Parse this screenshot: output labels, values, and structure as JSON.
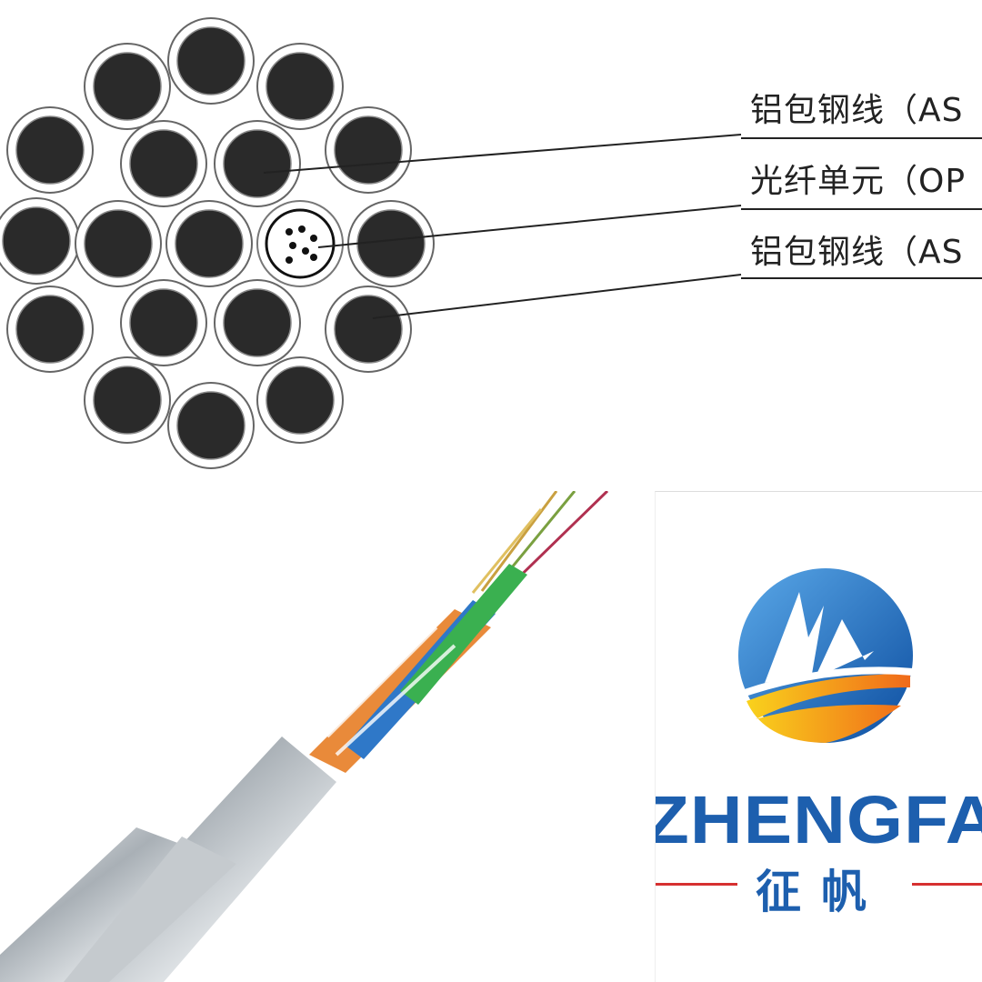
{
  "diagram": {
    "labels": [
      "铝包钢线（AS",
      "光纤单元（OP",
      "铝包钢线（AS"
    ]
  },
  "logo": {
    "brand_en": "ZHENGFAN",
    "brand_cn": "征帆",
    "colors": {
      "blue": "#1d5fae",
      "orange": "#f07a1a",
      "yellow": "#f7c51c",
      "red": "#d63030"
    }
  }
}
